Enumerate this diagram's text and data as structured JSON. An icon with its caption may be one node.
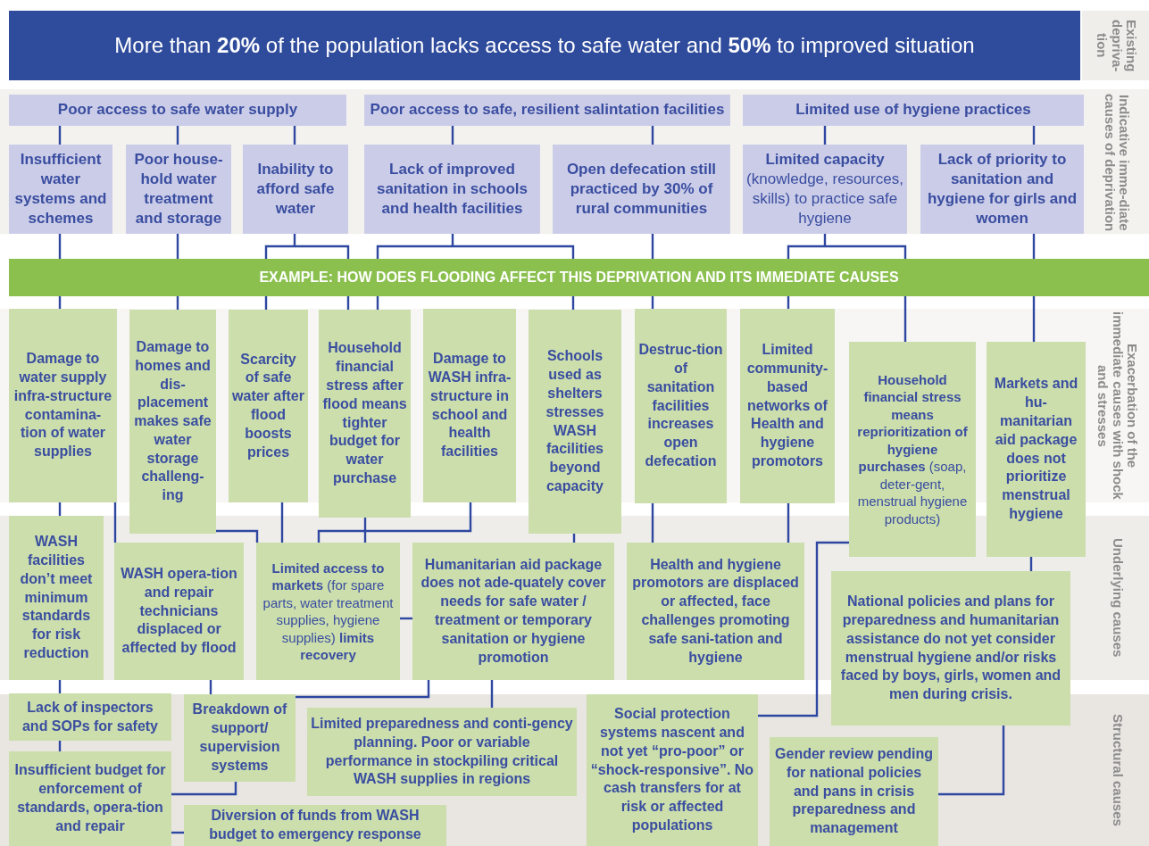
{
  "diagram": {
    "nodes": [
      {
        "text": [
          "More than **20%** of the population lacks access to safe water and **50%** to improved situation"
        ]
      },
      {
        "text": [
          "Poor access to safe water supply"
        ]
      },
      {
        "text": [
          "Poor access to safe, resilient salintation facilities"
        ]
      },
      {
        "text": [
          "Limited use of hygiene practices"
        ]
      },
      {
        "text": [
          "Insufficient water systems and schemes"
        ]
      },
      {
        "text": [
          "Poor house-hold water treatment and storage"
        ]
      },
      {
        "text": [
          "Inability to afford safe water"
        ]
      },
      {
        "text": [
          "Lack of improved sanitation in schools and health facilities"
        ]
      },
      {
        "text": [
          "Open defecation still practiced by 30% of rural communities"
        ]
      },
      {
        "text": [
          "**Limited capacity** (knowledge, resources, skills) to practice safe hygiene"
        ]
      },
      {
        "text": [
          "Lack of priority to sanitation and hygiene for girls and women"
        ]
      },
      {
        "text": [
          "EXAMPLE: HOW DOES FLOODING AFFECT THIS DEPRIVATION AND ITS IMMEDIATE CAUSES"
        ]
      },
      {
        "text": [
          "Damage to water supply infra-structure contamina-tion of water supplies"
        ]
      },
      {
        "text": [
          "Damage to homes and dis-placement makes safe water storage challeng-ing"
        ]
      },
      {
        "text": [
          "Scarcity of safe water after flood boosts prices"
        ]
      },
      {
        "text": [
          "Household financial stress after flood means tighter budget for water purchase"
        ]
      },
      {
        "text": [
          "Damage to WASH infra-structure in school and health facilities"
        ]
      },
      {
        "text": [
          "Schools used as shelters stresses WASH facilities beyond capacity"
        ]
      },
      {
        "text": [
          "Destruc-tion of sanitation facilities increases open defecation"
        ]
      },
      {
        "text": [
          "Limited community-based networks of Health and hygiene promotors"
        ]
      },
      {
        "text": [
          "**Household financial stress means reprioritization of hygiene purchases** (soap, deter-gent, menstrual hygiene products)"
        ]
      },
      {
        "text": [
          "Markets and hu-manitarian aid package does not prioritize menstrual hygiene"
        ]
      },
      {
        "text": [
          "WASH facilities don’t meet minimum standards for risk reduction"
        ]
      },
      {
        "text": [
          "WASH opera-tion and repair technicians displaced or affected by flood"
        ]
      },
      {
        "text": [
          "**Limited access to markets** (for spare parts, water treatment supplies, hygiene supplies) **limits recovery**"
        ]
      },
      {
        "text": [
          "Humanitarian aid package does not ade-quately cover needs for safe water / treatment or temporary sanitation or hygiene promotion"
        ]
      },
      {
        "text": [
          "Health and hygiene promotors are displaced or affected, face challenges promoting safe sani-tation and hygiene"
        ]
      },
      {
        "text": [
          "National policies and plans for preparedness and humanitarian assistance do not yet consider menstrual hygiene and/or risks faced by boys, girls, women and men during crisis."
        ]
      },
      {
        "text": [
          "Lack of inspectors and SOPs for safety"
        ]
      },
      {
        "text": [
          "Breakdown of support/ supervision systems"
        ]
      },
      {
        "text": [
          "Limited preparedness and conti-gency planning. Poor or variable performance in stockpiling critical WASH supplies in regions"
        ]
      },
      {
        "text": [
          "Social protection systems nascent and not yet “pro-poor” or “shock-responsive”. No cash transfers for at risk or affected populations"
        ]
      },
      {
        "text": [
          "Gender review pending for national policies and pans in crisis preparedness and management"
        ]
      },
      {
        "text": [
          "Insufficient budget for enforcement of standards, opera-tion and repair"
        ]
      },
      {
        "text": [
          "Diversion of funds from WASH budget to emergency response"
        ]
      }
    ],
    "edges": [
      {
        "from": 1,
        "to": 4,
        "arrow": "none"
      },
      {
        "from": 1,
        "to": 5,
        "arrow": "none"
      },
      {
        "from": 1,
        "to": 6,
        "arrow": "none"
      },
      {
        "from": 2,
        "to": 7,
        "arrow": "none"
      },
      {
        "from": 2,
        "to": 8,
        "arrow": "none"
      },
      {
        "from": 3,
        "to": 9,
        "arrow": "none"
      },
      {
        "from": 3,
        "to": 10,
        "arrow": "none"
      },
      {
        "from": 4,
        "to": 11,
        "arrow": "none"
      },
      {
        "from": 5,
        "to": 11,
        "arrow": "none"
      },
      {
        "from": 6,
        "to": 11,
        "arrow": "none"
      },
      {
        "from": 7,
        "to": 11,
        "arrow": "none"
      },
      {
        "from": 8,
        "to": 11,
        "arrow": "none"
      },
      {
        "from": 9,
        "to": 11,
        "arrow": "none"
      },
      {
        "from": 10,
        "to": 11,
        "arrow": "none"
      },
      {
        "from": 11,
        "to": 12,
        "arrow": "none"
      },
      {
        "from": 11,
        "to": 13,
        "arrow": "none"
      },
      {
        "from": 11,
        "to": 14,
        "arrow": "none"
      },
      {
        "from": 11,
        "to": 15,
        "arrow": "none"
      },
      {
        "from": 11,
        "to": 15,
        "arrow": "none"
      },
      {
        "from": 11,
        "to": 17,
        "arrow": "none"
      },
      {
        "from": 11,
        "to": 18,
        "arrow": "none"
      },
      {
        "from": 11,
        "to": 19,
        "arrow": "none"
      },
      {
        "from": 11,
        "to": 20,
        "arrow": "none"
      },
      {
        "from": 11,
        "to": 21,
        "arrow": "none"
      },
      {
        "from": 12,
        "to": 22,
        "arrow": "none"
      },
      {
        "from": 12,
        "to": 23,
        "arrow": "none"
      },
      {
        "from": 13,
        "to": 24,
        "arrow": "none"
      },
      {
        "from": 14,
        "to": 24,
        "arrow": "none"
      },
      {
        "from": 15,
        "to": 24,
        "arrow": "none"
      },
      {
        "from": 16,
        "to": 24,
        "arrow": "none"
      },
      {
        "from": 17,
        "to": 25,
        "arrow": "none"
      },
      {
        "from": 18,
        "to": 26,
        "arrow": "none"
      },
      {
        "from": 19,
        "to": 26,
        "arrow": "none"
      },
      {
        "from": 20,
        "to": 31,
        "arrow": "none"
      },
      {
        "from": 21,
        "to": 27,
        "arrow": "none"
      },
      {
        "from": 22,
        "to": 28,
        "arrow": "none"
      },
      {
        "from": 23,
        "to": 29,
        "arrow": "none"
      },
      {
        "from": 24,
        "to": 25,
        "arrow": "none"
      },
      {
        "from": 25,
        "to": 29,
        "arrow": "none"
      },
      {
        "from": 25,
        "to": 30,
        "arrow": "none"
      },
      {
        "from": 27,
        "to": 32,
        "arrow": "none"
      },
      {
        "from": 28,
        "to": 33,
        "arrow": "none"
      },
      {
        "from": 29,
        "to": 33,
        "arrow": "none"
      },
      {
        "from": 33,
        "to": 34,
        "arrow": "none"
      }
    ],
    "labels": [
      "Existing depriva-tion",
      "Indicative imme-diate causes of deprivation",
      "Exacerbation of the immediate causes with shock and stresses",
      "Underlying causes",
      "Structural causes"
    ]
  }
}
